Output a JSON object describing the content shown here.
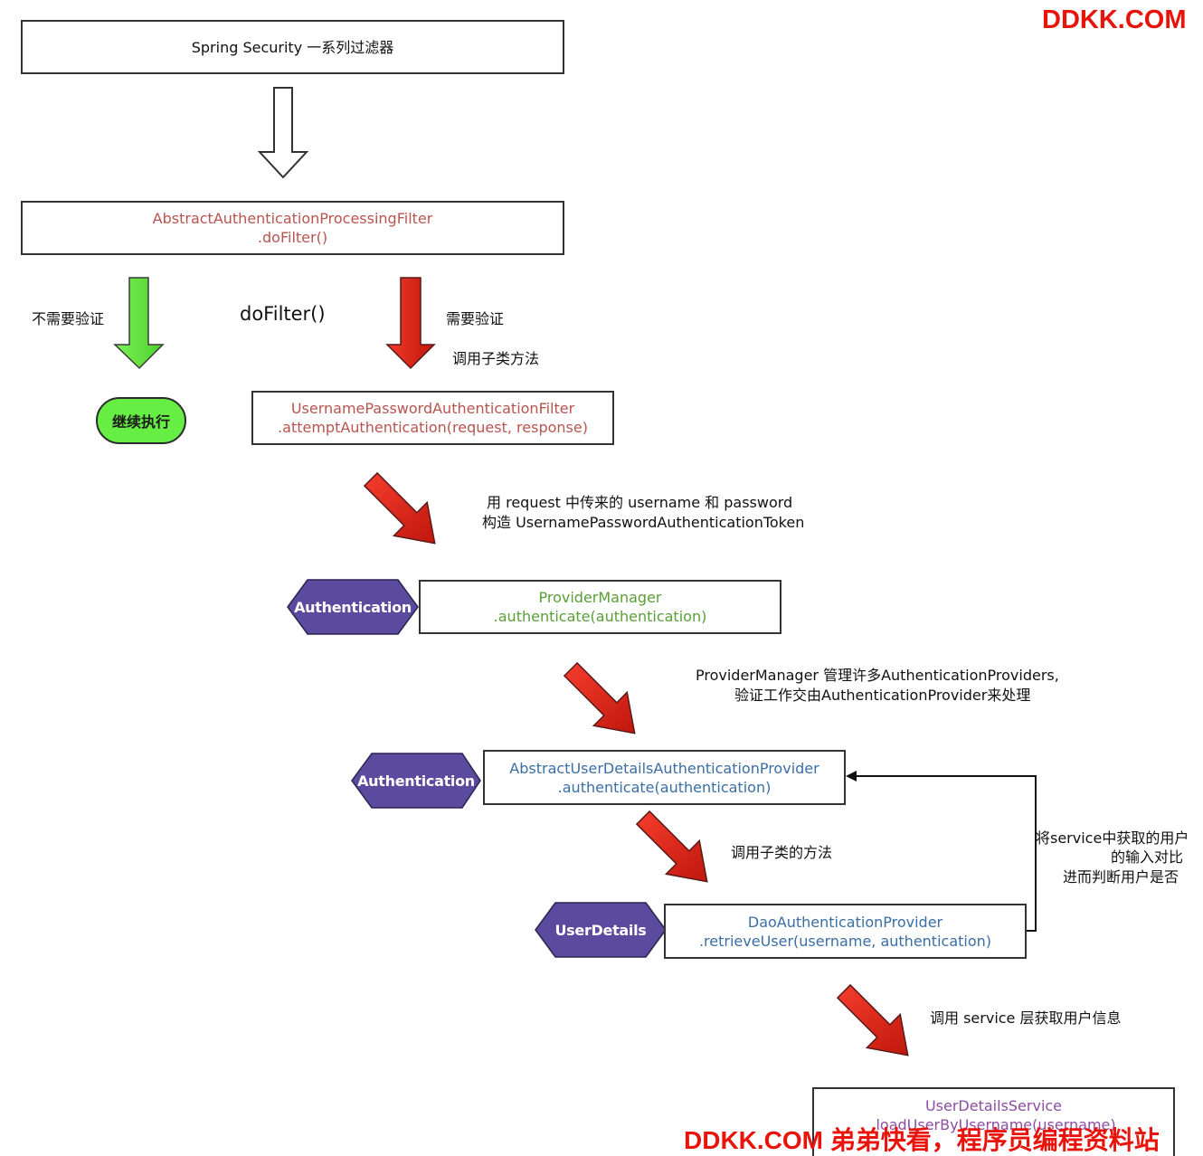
{
  "watermark_top": "DDKK.COM",
  "watermark_bottom": "DDKK.COM 弟弟快看，程序员编程资料站",
  "nodes": {
    "spring_security": {
      "line1": "Spring Security 一系列过滤器"
    },
    "abstract_filter": {
      "line1": "AbstractAuthenticationProcessingFilter",
      "line2": ".doFilter()"
    },
    "continue": {
      "label": "继续执行"
    },
    "username_filter": {
      "line1": "UsernamePasswordAuthenticationFilter",
      "line2": ".attemptAuthentication(request, response)"
    },
    "provider_manager": {
      "line1": "ProviderManager",
      "line2": ".authenticate(authentication)"
    },
    "abstract_provider": {
      "line1": "AbstractUserDetailsAuthenticationProvider",
      "line2": ".authenticate(authentication)"
    },
    "dao_provider": {
      "line1": "DaoAuthenticationProvider",
      "line2": ".retrieveUser(username, authentication)"
    },
    "user_details_service": {
      "line1": "UserDetailsService",
      "line2": ".loadUserByUsername(username)"
    }
  },
  "hexagons": {
    "auth1": "Authentication",
    "auth2": "Authentication",
    "user_details": "UserDetails"
  },
  "labels": {
    "no_auth_needed": "不需要验证",
    "do_filter": "doFilter()",
    "auth_needed": "需要验证",
    "call_subclass": "调用子类方法",
    "build_token_1": "用 request 中传来的 username 和 password",
    "build_token_2": "构造 UsernamePasswordAuthenticationToken",
    "pm_manages_1": "ProviderManager 管理许多AuthenticationProviders,",
    "pm_manages_2": "验证工作交由AuthenticationProvider来处理",
    "call_subclass_method": "调用子类的方法",
    "compare_1": "将service中获取的用户",
    "compare_2": "的输入对比",
    "compare_3": "进而判断用户是否",
    "call_service": "调用 service 层获取用户信息"
  },
  "colors": {
    "arrow_red": "#e8251a",
    "arrow_green": "#5ee63a",
    "hexagon_fill": "#5b4b9e",
    "node_text_red": "#b85450",
    "node_text_green": "#5a9e38",
    "node_text_blue": "#3a6ea5"
  }
}
